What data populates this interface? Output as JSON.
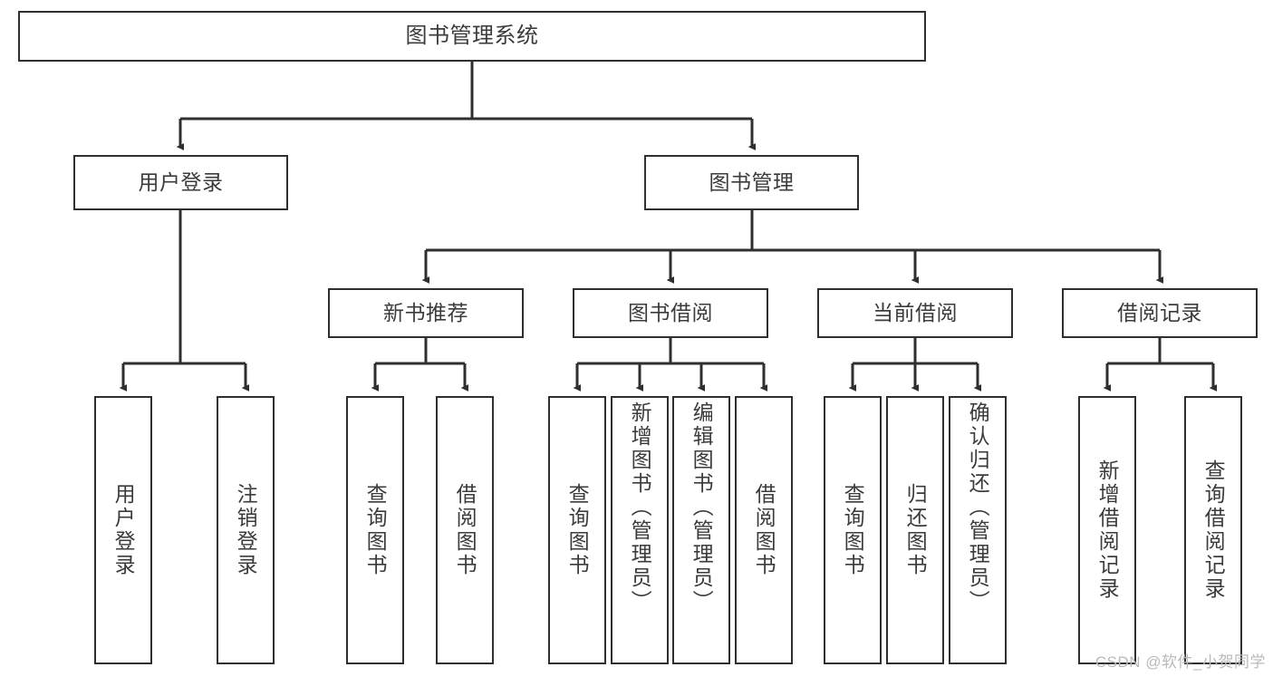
{
  "diagram": {
    "title": "图书管理系统",
    "type": "tree-hierarchy-diagram",
    "watermark": "CSDN @软件_小贺同学",
    "colors": {
      "box_border": "#2f2f2f",
      "box_fill": "#ffffff",
      "text": "#3b3b3b",
      "edge": "#2f2f2f",
      "watermark": "#b9b9b9"
    },
    "nodes": {
      "root": {
        "label": "图书管理系统",
        "level": 1
      },
      "user_login": {
        "label": "用户登录",
        "level": 2
      },
      "book_manage": {
        "label": "图书管理",
        "level": 2
      },
      "new_book_rec": {
        "label": "新书推荐",
        "level": 3
      },
      "book_borrow": {
        "label": "图书借阅",
        "level": 3
      },
      "current_borrow": {
        "label": "当前借阅",
        "level": 3
      },
      "borrow_record": {
        "label": "借阅记录",
        "level": 3
      },
      "leaf_user_login": {
        "label": "用户登录",
        "level": 4
      },
      "leaf_logout": {
        "label": "注销登录",
        "level": 4
      },
      "leaf_query_book_1": {
        "label": "查询图书",
        "level": 4
      },
      "leaf_borrow_book_1": {
        "label": "借阅图书",
        "level": 4
      },
      "leaf_query_book_2": {
        "label": "查询图书",
        "level": 4
      },
      "leaf_add_book": {
        "label": "新增图书（管理员）",
        "level": 4
      },
      "leaf_edit_book": {
        "label": "编辑图书（管理员）",
        "level": 4
      },
      "leaf_borrow_book_2": {
        "label": "借阅图书",
        "level": 4
      },
      "leaf_query_book_3": {
        "label": "查询图书",
        "level": 4
      },
      "leaf_return_book": {
        "label": "归还图书",
        "level": 4
      },
      "leaf_confirm_return": {
        "label": "确认归还（管理员）",
        "level": 4
      },
      "leaf_add_record": {
        "label": "新增借阅记录",
        "level": 4
      },
      "leaf_query_record": {
        "label": "查询借阅记录",
        "level": 4
      }
    }
  }
}
